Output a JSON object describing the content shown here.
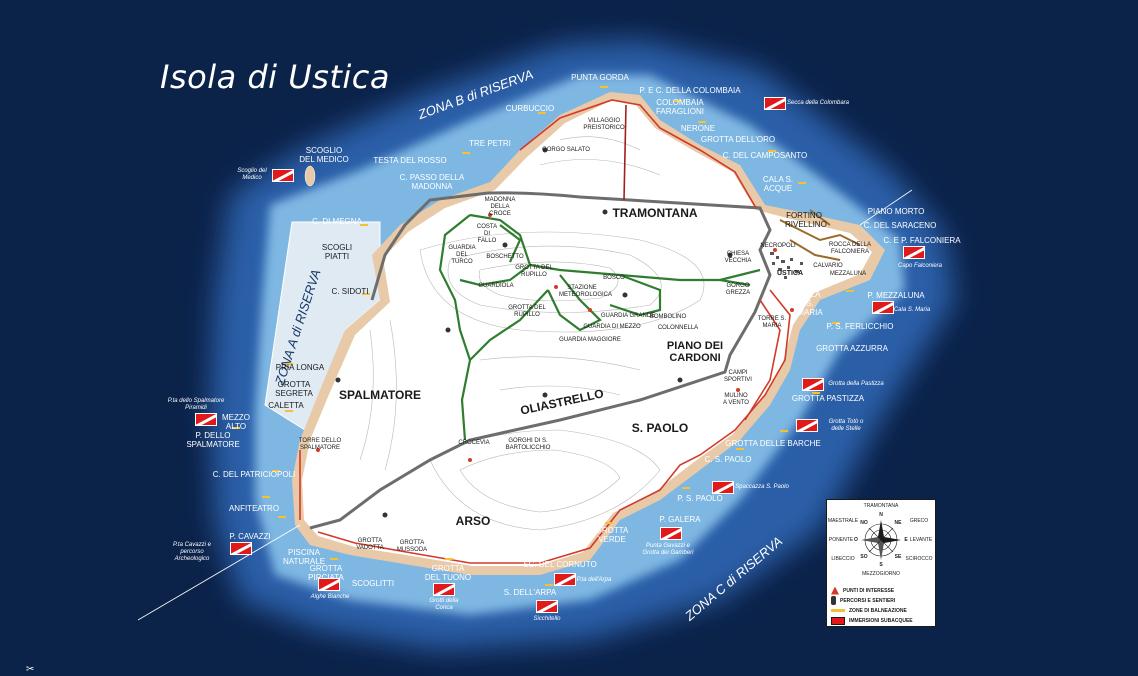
{
  "title": "Isola di Ustica",
  "zones": {
    "a": "ZONA A di RISERVA",
    "b": "ZONA B di RISERVA",
    "c": "ZONA C di RISERVA"
  },
  "regions": {
    "tramontana": "TRAMONTANA",
    "spalmatore": "SPALMATORE",
    "oliastrello": "OLIASTRELLO",
    "san_paolo": "S. PAOLO",
    "arso": "ARSO",
    "piano_cardoni": "PIANO DEI CARDONI"
  },
  "coast_places": {
    "punta_gorda": "PUNTA GORDA",
    "colombaia_c": "P. E C. DELLA COLOMBAIA",
    "colombaia_faraglioni": "COLOMBAIA FARAGLIONI",
    "nerone": "NERONE",
    "grotta_oro": "GROTTA DELL'ORO",
    "camposanto": "C. DEL CAMPOSANTO",
    "cala_acque": "CALA S. ACQUE",
    "curbuccio": "CURBUCCIO",
    "tre_petri": "TRE PETRI",
    "testa_rosso": "TESTA DEL ROSSO",
    "passo_madonna": "C. PASSO DELLA MADONNA",
    "scoglio_medico": "SCOGLIO DEL MEDICO",
    "c_megna": "C. DI MEGNA",
    "scogli_piatti": "SCOGLI PIATTI",
    "c_sidoti": "C. SIDOTI",
    "pria_longa": "PRIA LONGA",
    "grotta_segreta": "GROTTA SEGRETA",
    "caletta": "CALETTA",
    "mezzo_alto": "MEZZO ALTO",
    "p_spalmatore": "P. DELLO SPALMATORE",
    "c_patriciopoli": "C. DEL PATRICIOPOLI",
    "anfiteatro": "ANFITEATRO",
    "p_cavazzi": "P. CAVAZZI",
    "piscina_naturale": "PISCINA NATURALE",
    "grotta_pirciata": "GROTTA PIRCIATA",
    "scoglitti": "SCOGLITTI",
    "grotta_tuono": "GROTTA DEL TUONO",
    "s_arpa": "S. DELL'ARPA",
    "cornuto": "SC. DEL CORNUTO",
    "grotta_verde": "GROTTA VERDE",
    "p_galera": "P. GALERA",
    "p_s_paolo": "P. S. PAOLO",
    "c_s_paolo": "C. S. PAOLO",
    "grotta_barche": "GROTTA DELLE BARCHE",
    "grotta_pastizza": "GROTTA PASTIZZA",
    "grotta_azzurra": "GROTTA AZZURRA",
    "p_falconiera": "C. E P. FALCONIERA",
    "p_s_ferlicchio": "P. S. FERLICCHIO",
    "p_mezzaluna": "P. MEZZALUNA",
    "cala_santa_maria": "CALA S. MARIA",
    "piano_morto": "PIANO MORTO",
    "c_saraceno": "C. DEL SARACENO",
    "forting_rivellino": "FORTINO RIVELLINO"
  },
  "inland_places": {
    "villaggio": "VILLAGGIO PREISTORICO",
    "gorgo_salato": "GORGO SALATO",
    "madonna_croce": "MADONNA DELLA CROCE",
    "costa_fallo": "COSTA DI FALLO",
    "guardia_turco": "GUARDIA DEL TURCO",
    "boschetto": "BOSCHETTO",
    "grotta_rupillo": "GROTTA DEL RUPILLO",
    "guardiola": "GUARDIOLA",
    "grotta_rupillo2": "GROTTA DEL RUPILLO",
    "stazione": "STAZIONE METEOROLOGICA",
    "bosco": "BOSCO",
    "guardia_grande": "GUARDIA GRANDE",
    "guardia_mezzo": "GUARDIA DI MEZZO",
    "bomboino": "BOMBOLINO",
    "colonnella": "COLONNELLA",
    "guardia_maggiore": "GUARDIA MAGGIORE",
    "chiesa_vecchia": "CHIESA VECCHIA",
    "necropoli": "NECROPOLI",
    "gorgo_grezza": "GORGO GREZZA",
    "rocca_falconiera": "ROCCA DELLA FALCONIERA",
    "calvario": "CALVARIO",
    "mezzaluna": "MEZZALUNA",
    "torre_s_maria": "TORRE S. MARIA",
    "campi_sportivi": "CAMPI SPORTIVI",
    "mulino_vento": "MULINO A VENTO",
    "torre_spalmatore": "TORRE DELLO SPALMATORE",
    "crocevia": "CROCEVIA",
    "gorghi": "GORGHI DI S. BARTOLICCHIO",
    "grotta_vadotta": "GROTTA VADOTTA",
    "grotta_mussoda": "GROTTA MUSSODA",
    "ustica": "USTICA"
  },
  "dive_labels": {
    "secca_colombara": "Secca della Colombara",
    "scoglio_medico": "Scoglio del Medico",
    "capo_falconiera": "Capo Falconiera",
    "cala_s_maria": "Cala S. Maria",
    "grotta_pastizza": "Grotta della Pastizza",
    "grotta_tota": "Grotta Totò o delle Stelle",
    "spaccazza": "Spaccazza S. Paolo",
    "punta_gavazzi": "Punta Gavazzi e Grotta dei Gamberi",
    "pta_arpa": "P.ta dell'Arpa",
    "sicchitello": "Sicchitello",
    "grotti_tuono": "Grotti della Conca",
    "alghe_bianche": "Alghe Bianche",
    "pta_cavazzi": "P.ta Cavazzi e percorso Archeologico",
    "pta_spalmatore": "P.ta dello Spalmatore Piramidi"
  },
  "compass": {
    "top": "TRAMONTANA",
    "bottom": "MEZZOGIORNO",
    "left": "PONENTE",
    "right": "LEVANTE",
    "nw": "MAESTRALE",
    "ne": "GRECO",
    "sw": "LIBECCIO",
    "se": "SCIROCCO",
    "n": "N",
    "s": "S",
    "e": "E",
    "o": "O",
    "no": "NO",
    "ne_s": "NE",
    "so": "SO",
    "se_s": "SE"
  },
  "legend": {
    "interest": "PUNTI DI INTERESSE",
    "paths": "PERCORSI E SENTIERI",
    "bathing": "ZONE DI BALNEAZIONE",
    "diving": "IMMERSIONI SUBACQUEE"
  },
  "colors": {
    "sea_deep": "#0b2249",
    "sea_mid": "#2a5fa8",
    "sea_shallow": "#7fb7e3",
    "island": "#ffffff",
    "coast": "#e8c9a8",
    "trail_red": "#d23a2a",
    "trail_green": "#2f7d2f",
    "road": "#6d6d6d",
    "dive_flag": "#e01a1a"
  }
}
